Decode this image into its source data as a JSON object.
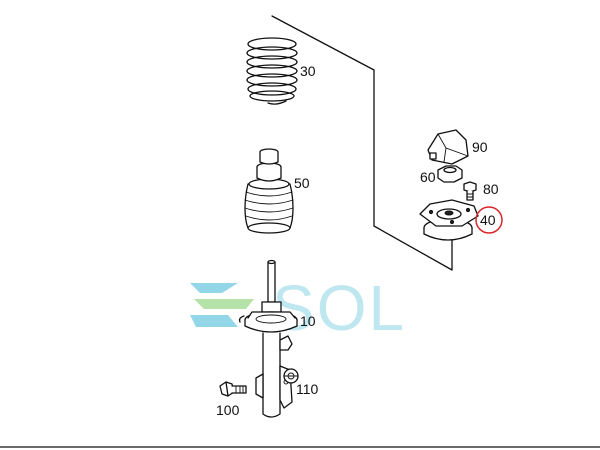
{
  "callouts": {
    "part_10": "10",
    "part_30": "30",
    "part_40": "40",
    "part_50": "50",
    "part_60": "60",
    "part_80": "80",
    "part_90": "90",
    "part_100": "100",
    "part_110": "110"
  },
  "highlighted_part": "40",
  "highlight_color": "#d9262a",
  "watermark": {
    "text": "SOL",
    "color": "#b5e3ee",
    "logo_colors": [
      "#7fd0e3",
      "#9fdc8e"
    ]
  }
}
